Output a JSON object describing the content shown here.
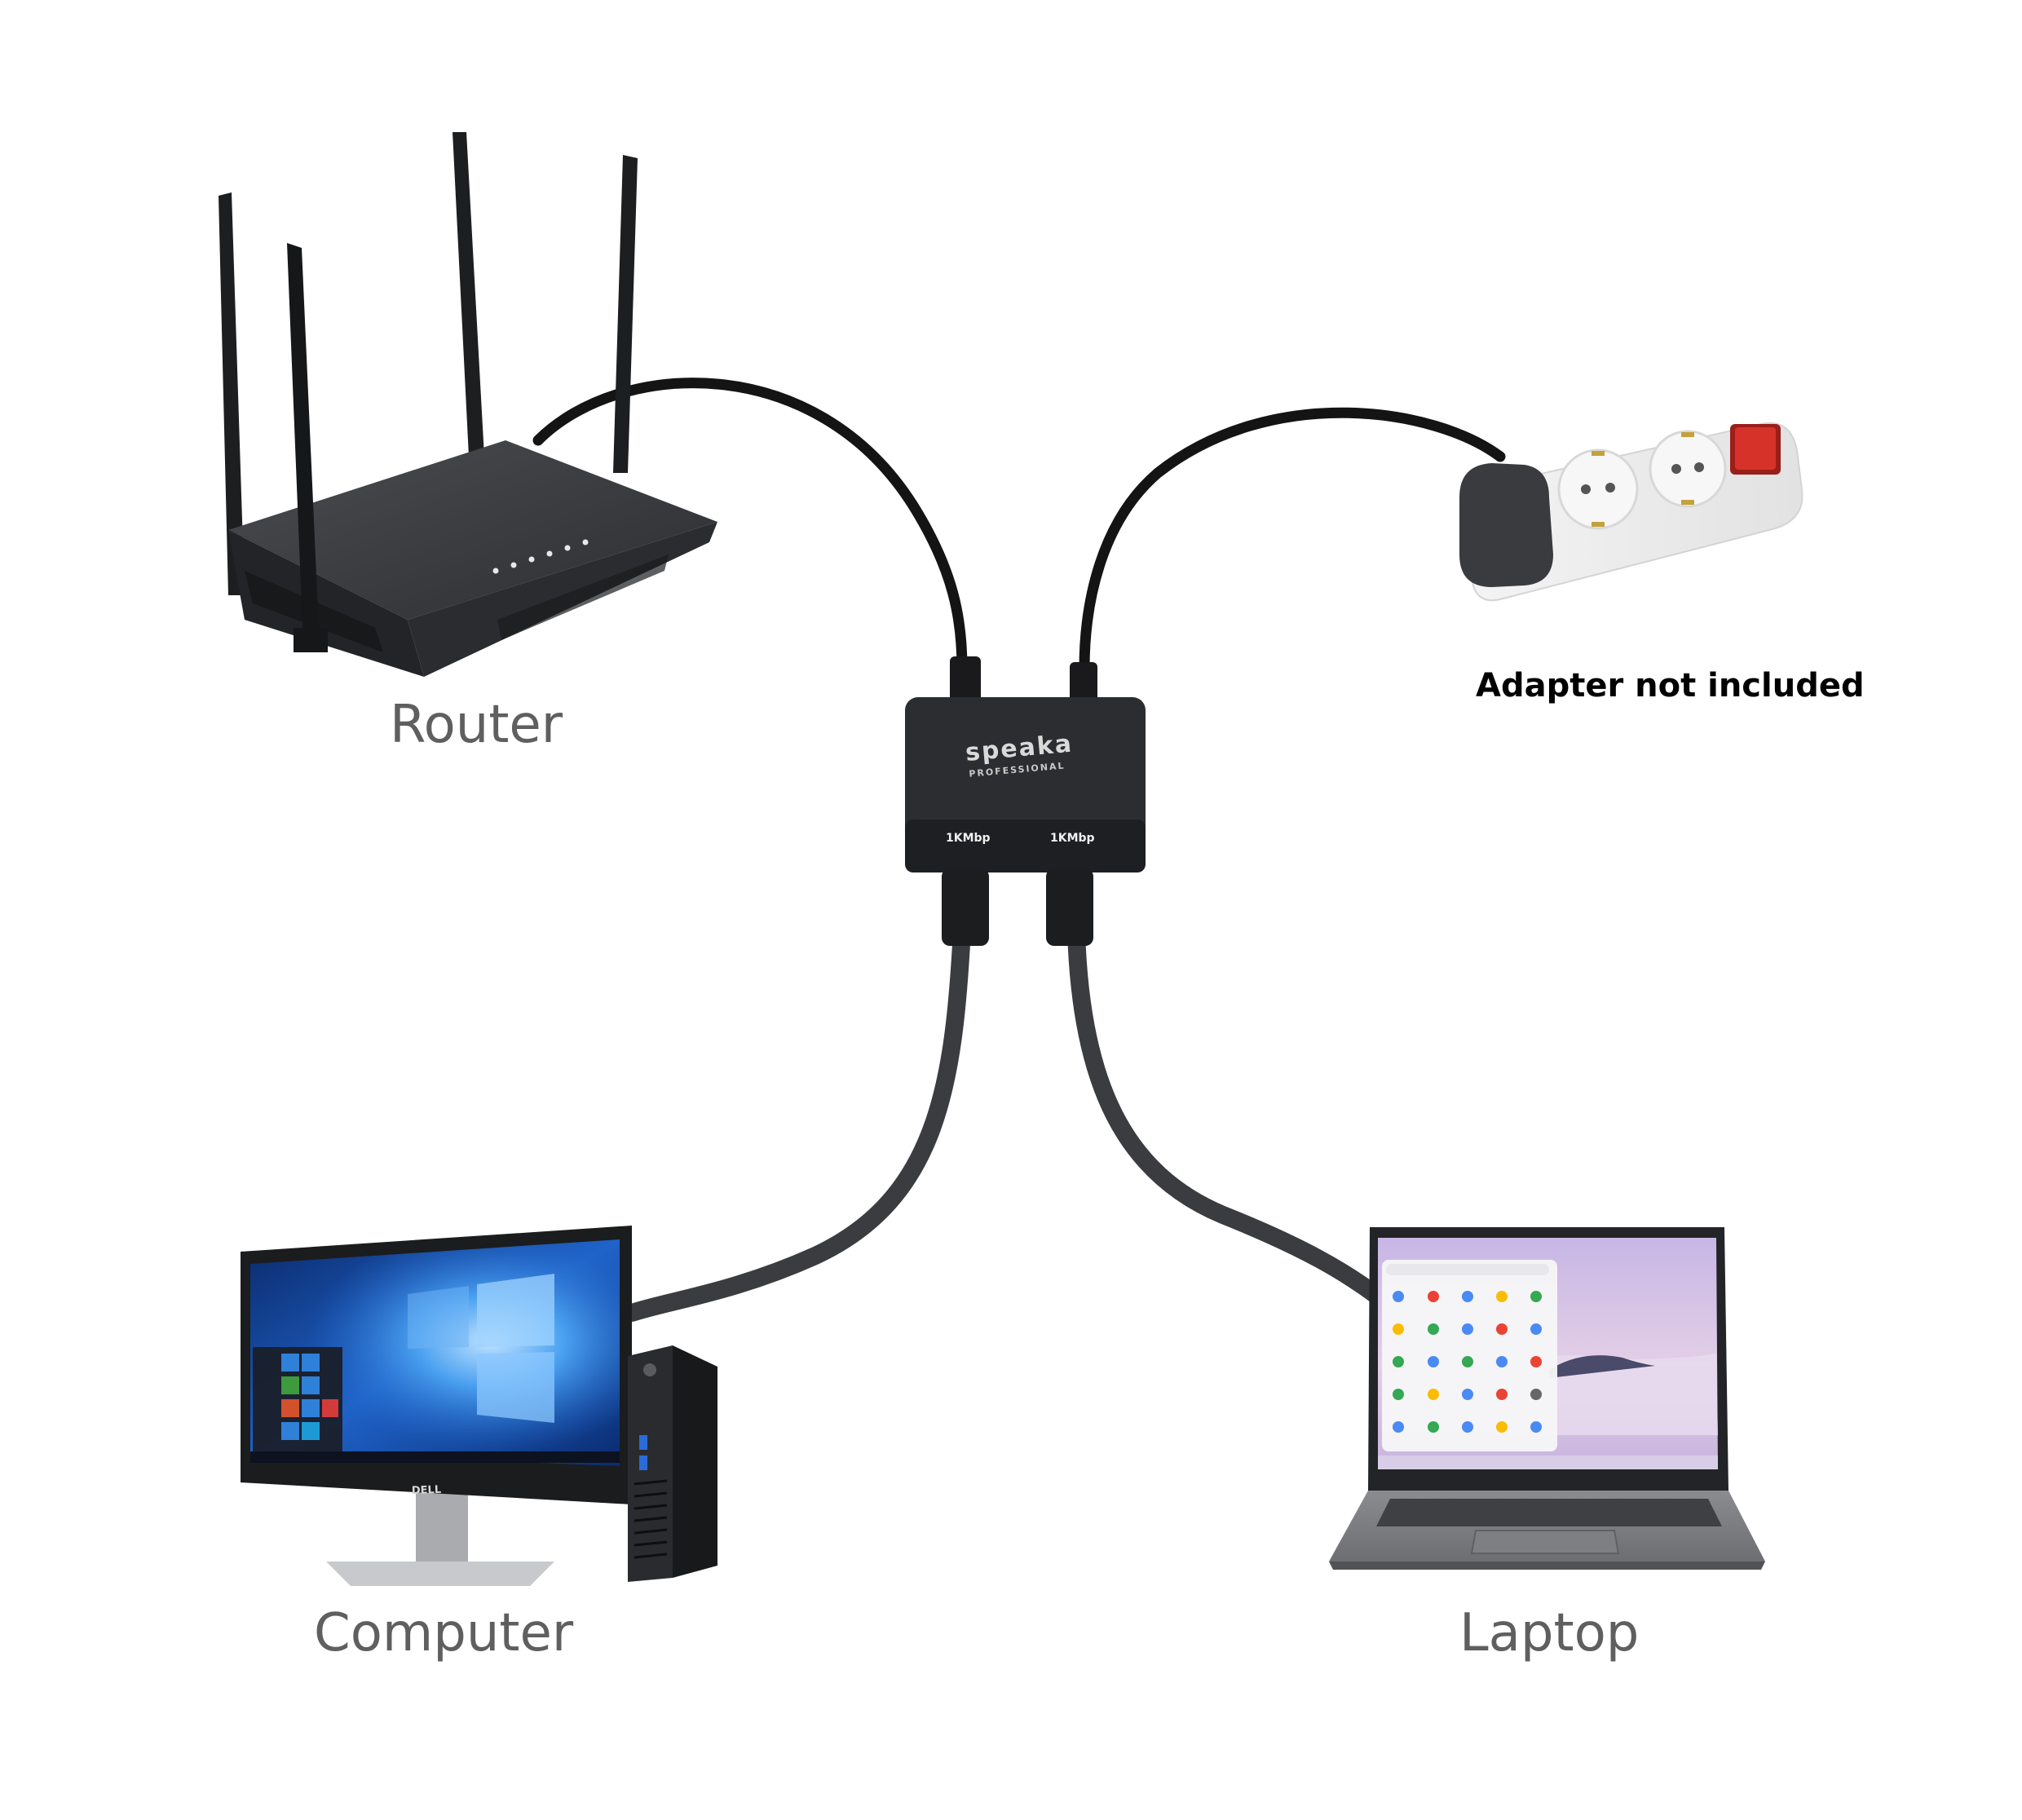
{
  "labels": {
    "router": "Router",
    "computer": "Computer",
    "laptop": "Laptop",
    "adapter_note": "Adapter not included"
  },
  "splitter": {
    "brand": "speaka",
    "brand_sub": "PROFESSIONAL",
    "port_left": "1KMbp",
    "port_right": "1KMbp"
  },
  "monitor": {
    "brand": "DELL"
  },
  "colors": {
    "cable_black": "#141414",
    "cable_grey": "#3b3c3f",
    "router_body": "#36383b",
    "splitter_body": "#2b2d30",
    "caption_text": "#5f5f5f",
    "power_switch": "#d6322a"
  }
}
